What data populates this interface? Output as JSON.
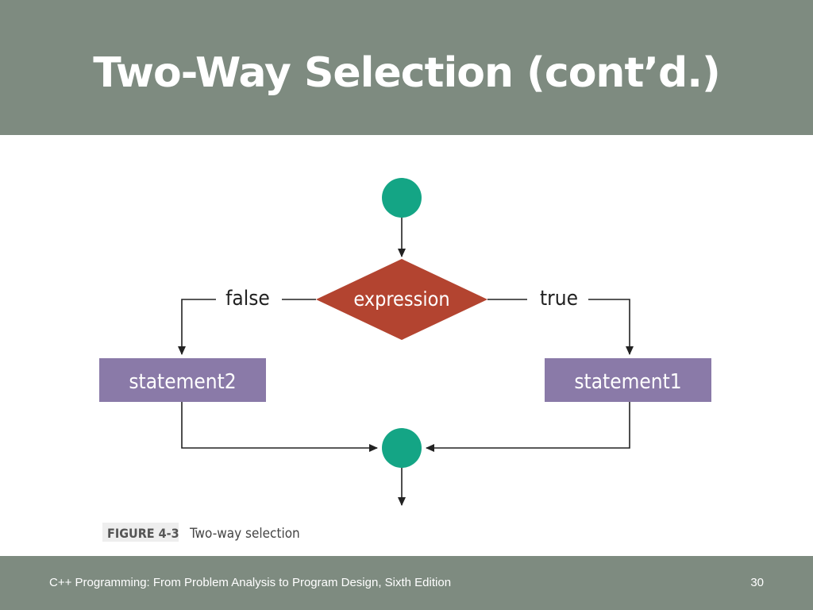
{
  "slide": {
    "title": "Two-Way Selection (cont’d.)",
    "footer": "C++ Programming: From Problem Analysis to Program Design, Sixth Edition",
    "page_number": "30"
  },
  "diagram": {
    "decision_label": "expression",
    "false_label": "false",
    "true_label": "true",
    "left_box_label": "statement2",
    "right_box_label": "statement1",
    "figure_number": "FIGURE 4-3",
    "figure_caption": "Two-way selection"
  },
  "colors": {
    "band": "#7e8b80",
    "node": "#14a585",
    "decision": "#b34430",
    "statement_box": "#8a7aa8",
    "line": "#222222"
  }
}
